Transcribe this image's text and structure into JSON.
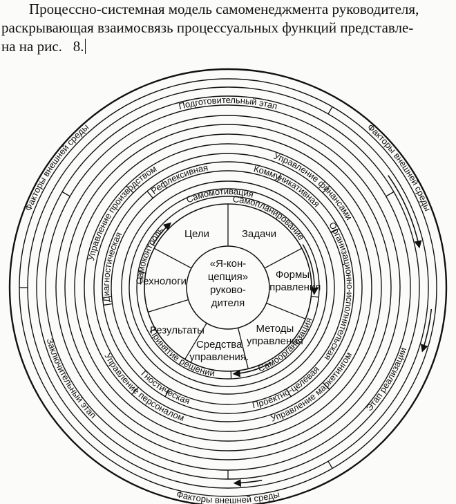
{
  "caption": {
    "line1": "Процессно-системная модель самоменеджмента руководителя,",
    "line2": "раскрывающая взаимосвязь процессуальных функций представле-",
    "line3_text": "на на рис.",
    "figure_number": "8."
  },
  "diagram": {
    "center": "«Я-кон-\nцепция»\nруково-\nдителя",
    "sectors": [
      "Цели",
      "Задачи",
      "Формы\nуправления",
      "Методы\nуправления",
      "Средства\nуправления.",
      "Результаты",
      "Технология"
    ],
    "ring1": [
      "Самопланирование",
      "Самоорганизация",
      "Принятие решений",
      "Самоконтроль"
    ],
    "ring2": [
      "Самомотивация"
    ],
    "ring3": [
      "Коммуникативная",
      "Организационно-исполнительская",
      "Проектно-целевая",
      "Гностическая",
      "Диагностическая",
      "Рефлексивная"
    ],
    "ring4": [
      "Управление финансами",
      "Управление маркетингом",
      "Управление персоналом",
      "Управление производством"
    ],
    "ring5": [
      "Подготовительный этап",
      "Этап реализации",
      "Заключительный этап"
    ],
    "ring6": [
      "Факторы внешней среды",
      "Факторы внешней среды",
      "Факторы внешней среды"
    ]
  }
}
